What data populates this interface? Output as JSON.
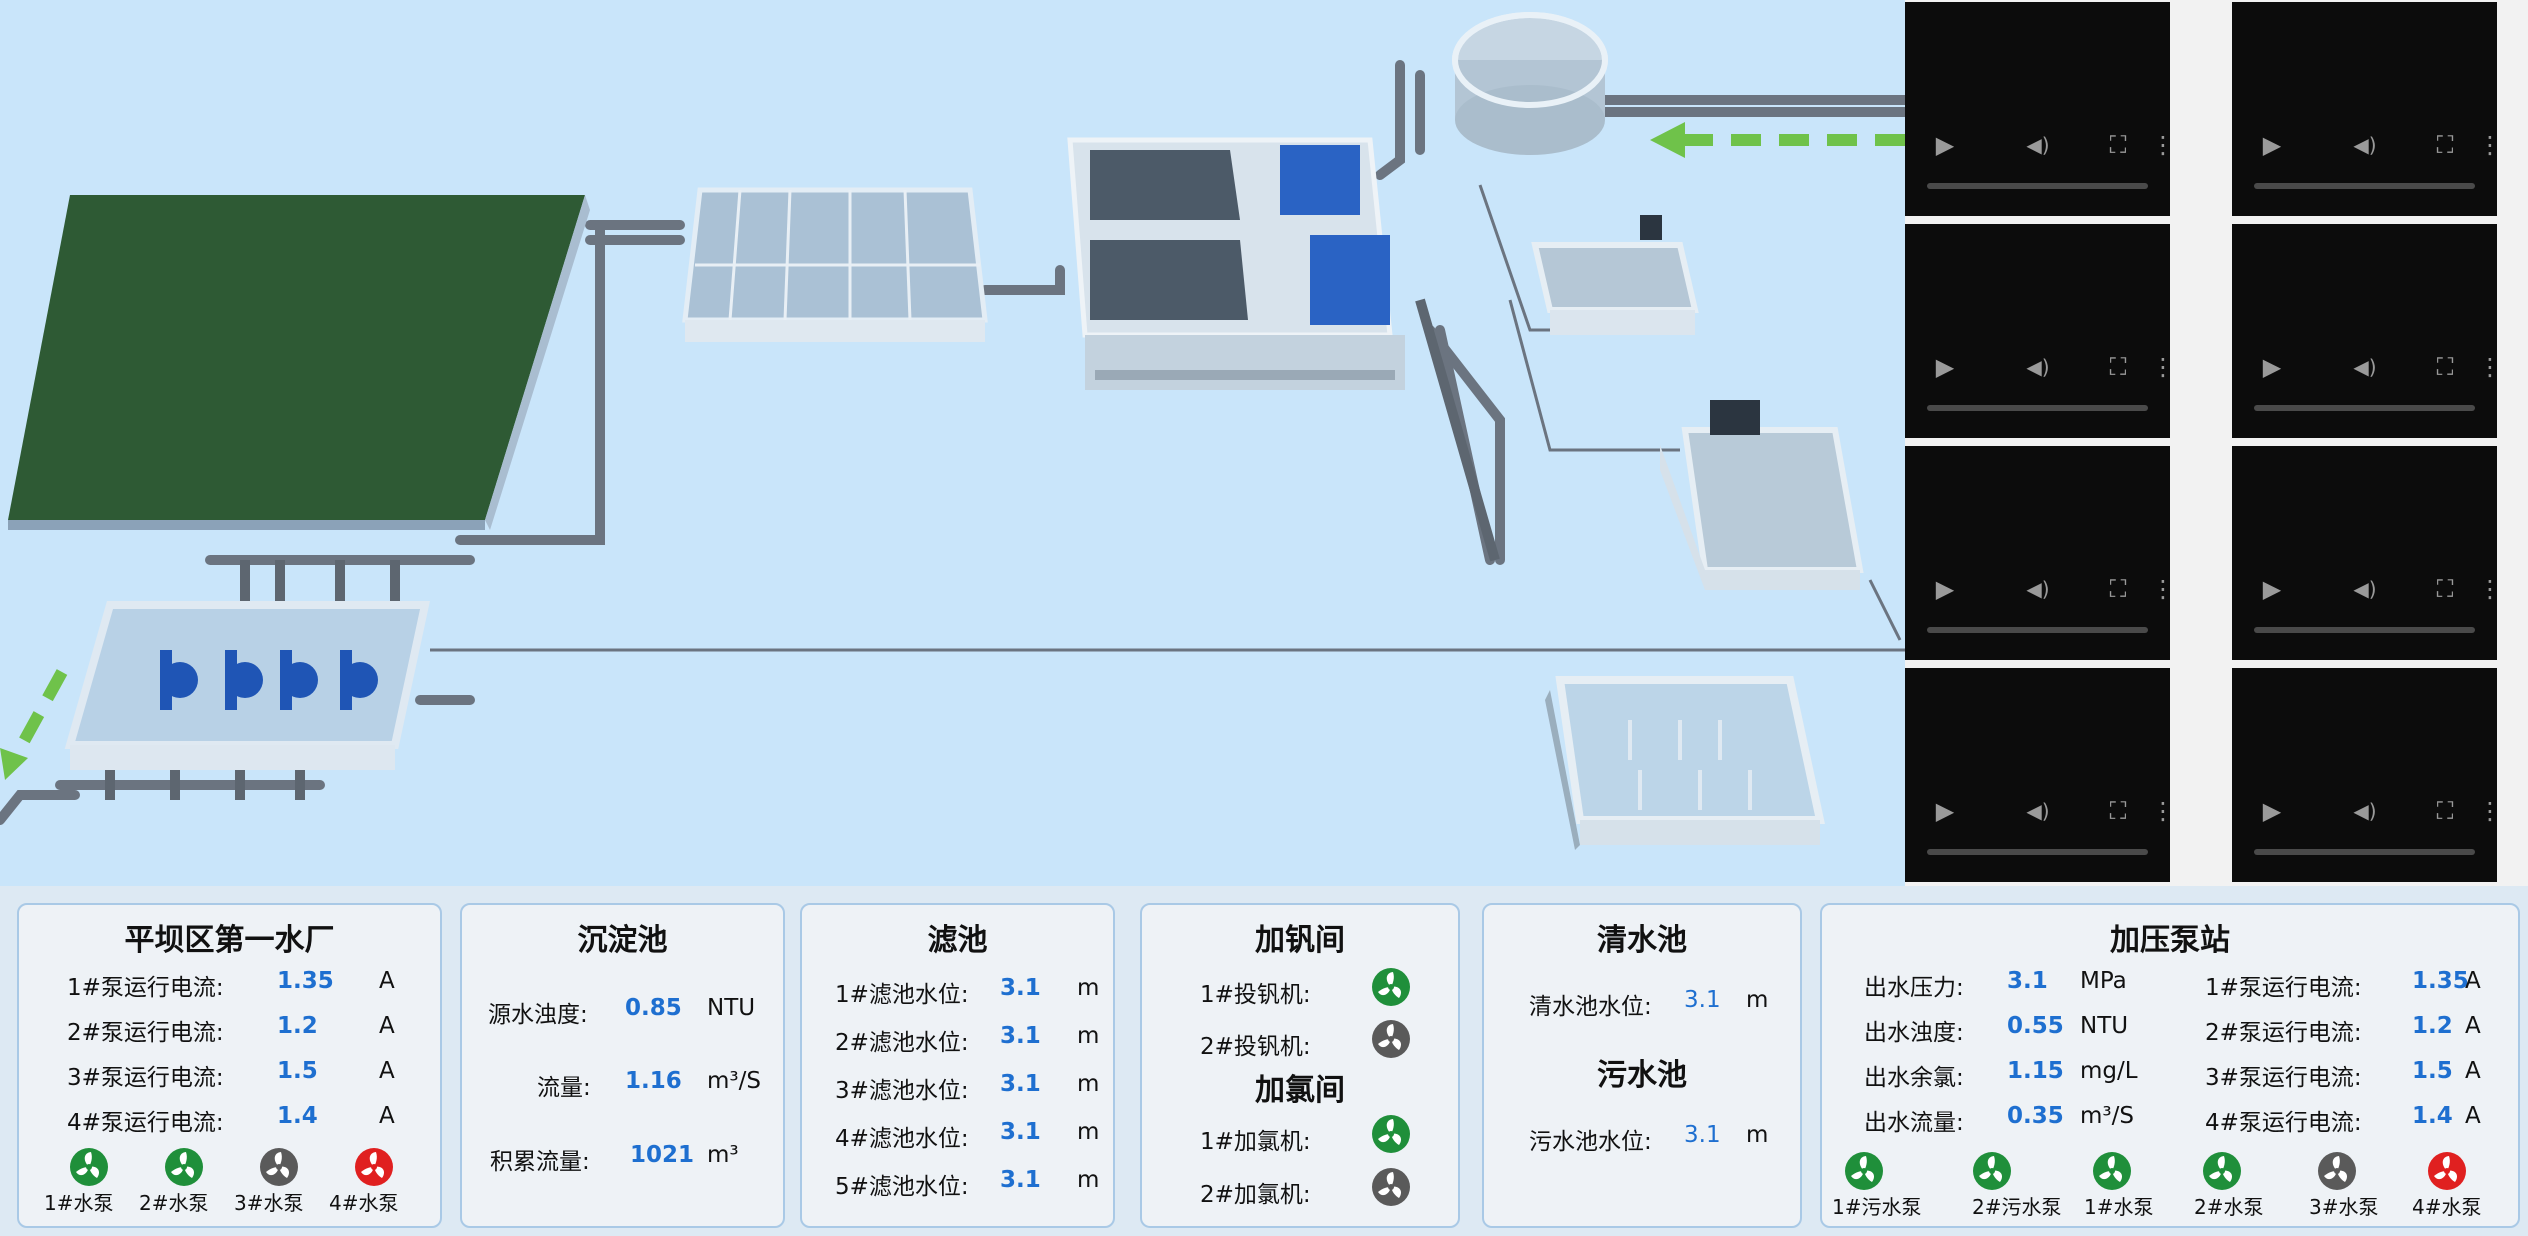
{
  "colors": {
    "accent": "#1e6fd0",
    "fan_running": "#1f8f3a",
    "fan_stopped": "#5a5a5a",
    "fan_fault": "#e02020",
    "flow_arrow": "#6fc24a"
  },
  "videos": {
    "count": 8,
    "controls": [
      "play-icon",
      "volume-icon",
      "fullscreen-icon",
      "more-icon"
    ]
  },
  "plant": {
    "title": "平坝区第一水厂",
    "rows": [
      {
        "label": "1#泵运行电流:",
        "value": "1.35",
        "unit": "A"
      },
      {
        "label": "2#泵运行电流:",
        "value": "1.2",
        "unit": "A"
      },
      {
        "label": "3#泵运行电流:",
        "value": "1.5",
        "unit": "A"
      },
      {
        "label": "4#泵运行电流:",
        "value": "1.4",
        "unit": "A"
      }
    ],
    "pumps": [
      {
        "label": "1#水泵",
        "status": "running"
      },
      {
        "label": "2#水泵",
        "status": "running"
      },
      {
        "label": "3#水泵",
        "status": "stopped"
      },
      {
        "label": "4#水泵",
        "status": "fault"
      }
    ]
  },
  "sedimentation": {
    "title": "沉淀池",
    "rows": [
      {
        "label": "源水浊度:",
        "value": "0.85",
        "unit": "NTU"
      },
      {
        "label": "流量:",
        "value": "1.16",
        "unit": "m³/S"
      },
      {
        "label": "积累流量:",
        "value": "1021",
        "unit": "m³"
      }
    ]
  },
  "filter": {
    "title": "滤池",
    "rows": [
      {
        "label": "1#滤池水位:",
        "value": "3.1",
        "unit": "m"
      },
      {
        "label": "2#滤池水位:",
        "value": "3.1",
        "unit": "m"
      },
      {
        "label": "3#滤池水位:",
        "value": "3.1",
        "unit": "m"
      },
      {
        "label": "4#滤池水位:",
        "value": "3.1",
        "unit": "m"
      },
      {
        "label": "5#滤池水位:",
        "value": "3.1",
        "unit": "m"
      }
    ]
  },
  "dosing": {
    "alum_title": "加钒间",
    "alum": [
      {
        "label": "1#投钒机:",
        "status": "running"
      },
      {
        "label": "2#投钒机:",
        "status": "stopped"
      }
    ],
    "chlorine_title": "加氯间",
    "chlorine": [
      {
        "label": "1#加氯机:",
        "status": "running"
      },
      {
        "label": "2#加氯机:",
        "status": "stopped"
      }
    ]
  },
  "tanks": {
    "clear_title": "清水池",
    "clear": {
      "label": "清水池水位:",
      "value": "3.1",
      "unit": "m"
    },
    "sewage_title": "污水池",
    "sewage": {
      "label": "污水池水位:",
      "value": "3.1",
      "unit": "m"
    }
  },
  "booster": {
    "title": "加压泵站",
    "left": [
      {
        "label": "出水压力:",
        "value": "3.1",
        "unit": "MPa"
      },
      {
        "label": "出水浊度:",
        "value": "0.55",
        "unit": "NTU"
      },
      {
        "label": "出水余氯:",
        "value": "1.15",
        "unit": "mg/L"
      },
      {
        "label": "出水流量:",
        "value": "0.35",
        "unit": "m³/S"
      }
    ],
    "right": [
      {
        "label": "1#泵运行电流:",
        "value": "1.35",
        "unit": "A"
      },
      {
        "label": "2#泵运行电流:",
        "value": "1.2",
        "unit": "A"
      },
      {
        "label": "3#泵运行电流:",
        "value": "1.5",
        "unit": "A"
      },
      {
        "label": "4#泵运行电流:",
        "value": "1.4",
        "unit": "A"
      }
    ],
    "pumps": [
      {
        "label": "1#污水泵",
        "status": "running"
      },
      {
        "label": "2#污水泵",
        "status": "running"
      },
      {
        "label": "1#水泵",
        "status": "running"
      },
      {
        "label": "2#水泵",
        "status": "running"
      },
      {
        "label": "3#水泵",
        "status": "stopped"
      },
      {
        "label": "4#水泵",
        "status": "fault"
      }
    ]
  }
}
